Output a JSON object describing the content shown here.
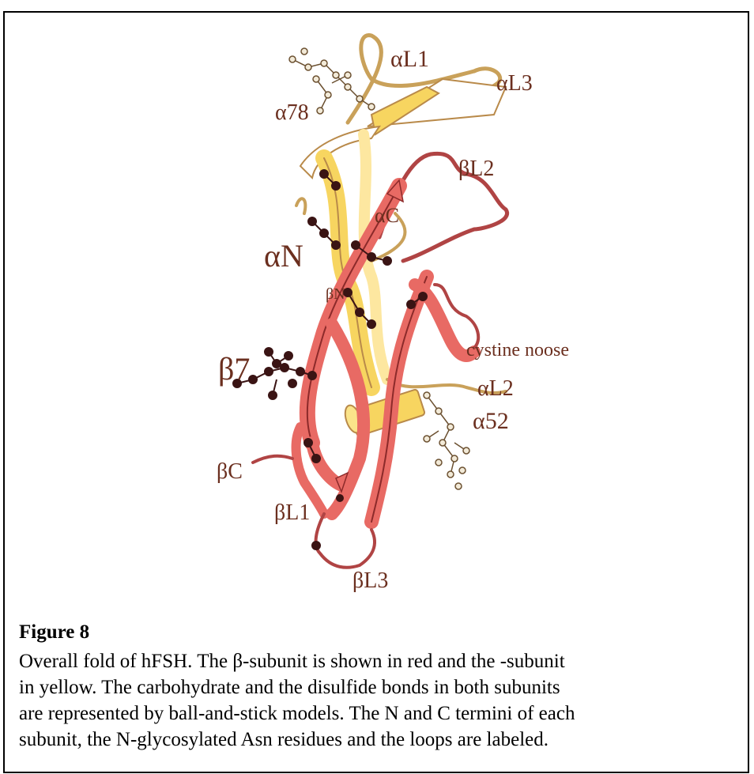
{
  "figure": {
    "labels": {
      "aL1": "αL1",
      "aL3": "αL3",
      "a78": "α78",
      "bL2": "βL2",
      "aC": "αC",
      "aN": "αN",
      "bN": "βN",
      "cystine_noose": "cystine noose",
      "b7": "β7",
      "aL2": "αL2",
      "a52": "α52",
      "bC": "βC",
      "bL1": "βL1",
      "bL3": "βL3"
    },
    "colors": {
      "beta_subunit": "#e86a64",
      "alpha_subunit": "#f7d560",
      "label_text": "#6b2f1f",
      "ball_and_stick": "#3a1414"
    }
  },
  "caption": {
    "title": "Figure 8",
    "lines": [
      "Overall fold of hFSH. The β-subunit is shown in red and the   -subunit",
      "in yellow. The carbohydrate and the disulfide bonds in both subunits",
      "are represented by ball-and-stick models. The N and C termini of each",
      "subunit, the N-glycosylated Asn residues and the loops are labeled."
    ]
  }
}
